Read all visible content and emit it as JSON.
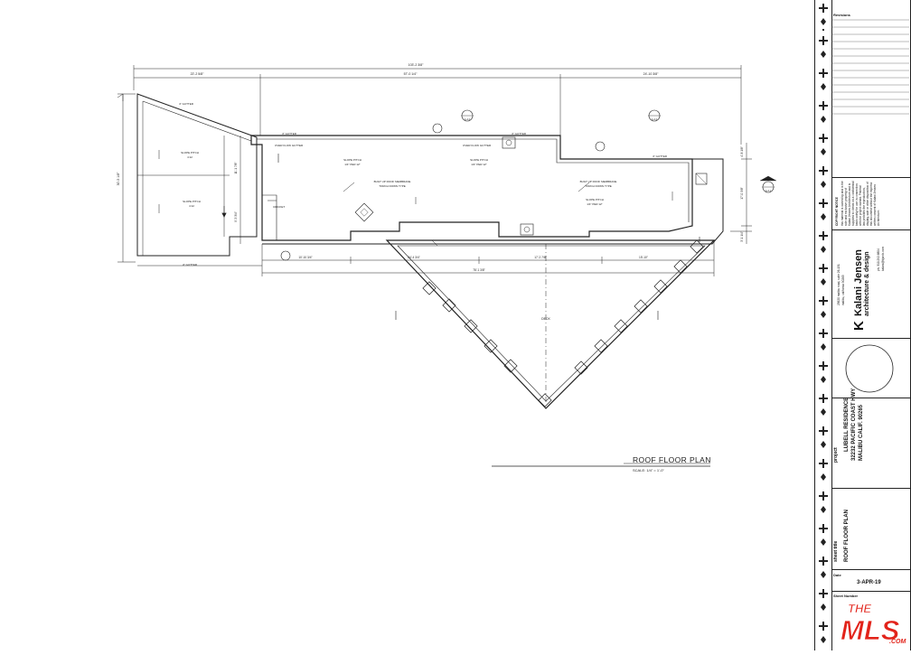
{
  "drawing": {
    "title": "ROOF FLOOR PLAN",
    "scale": "SCALE: 1/4\" = 1'-0\"",
    "dims": {
      "overall": "103'-2 3/8\"",
      "top_left": "22'-2 5/8\"",
      "top_mid": "57'-0 1/4\"",
      "top_right": "24'-10 3/8\"",
      "left_vert": "30'-5 1/8\"",
      "left_small": "11'-1 7/8\"",
      "left_small2": "9'-5 3/4\"",
      "bottom_1": "10'-10 3/4\"",
      "bottom_2": "24'-4 3/4\"",
      "bottom_3": "17'-2 7/8\"",
      "bottom_4": "15'-10\"",
      "bottom_total": "78'-1 3/8\"",
      "right_1": "4'-8 1/8\"",
      "right_2": "17'-0 3/8\"",
      "right_3": "3'-1 1/4\""
    },
    "notes": {
      "gutter": "4\" GUTTER",
      "overflow": "OVER FLOW GUTTER",
      "slope": "SLOPE PITCH",
      "slope_val1": "4:12",
      "slope_val2": "1/4\" PER 12\"",
      "membrane": "BUILT UP ROOF MEMBRANE",
      "torch": "TORCH DOWN TYPE",
      "cricket": "CRICKET",
      "deck": "DECK"
    },
    "markers": [
      "A-4.2",
      "A-4.2",
      "A-4.1"
    ]
  },
  "title_block": {
    "revisions_label": "Revisions",
    "copyright_title": "COPYRIGHT NOTICE",
    "copyright_body": "this material is owned by and is the sole and exclusive property of Kalani Jensen Architecture and is supplied to clients on a confidential basis solely for use in connection with the project named. Federal law prohibits the reproduction, display, sale or other disposition of this document without the express written consent of Kalani Jensen Architecture.",
    "firm_name": "Kalani Jensen",
    "firm_tagline": "architecture & design",
    "firm_address1": "25620 malibu road, suite 26-131",
    "firm_address2": "malibu, california 90265",
    "firm_phone": "ph. 310.292.6804",
    "firm_email": "kalani@kjarch.com",
    "project_label": "project",
    "project_name": "LUBELL RESIDENCE",
    "project_street": "32232 PACIFIC COAST HWY",
    "project_city": "MALIBU CALIF. 90265",
    "sheet_title_label": "sheet title",
    "sheet_title": "ROOF FLOOR PLAN",
    "date_label": "Date",
    "date": "3-APR-19",
    "sheet_number_label": "Sheet Number"
  },
  "watermark": {
    "the": "THE",
    "mls": "MLS",
    "com": ".COM",
    "color": "#e2231a"
  }
}
